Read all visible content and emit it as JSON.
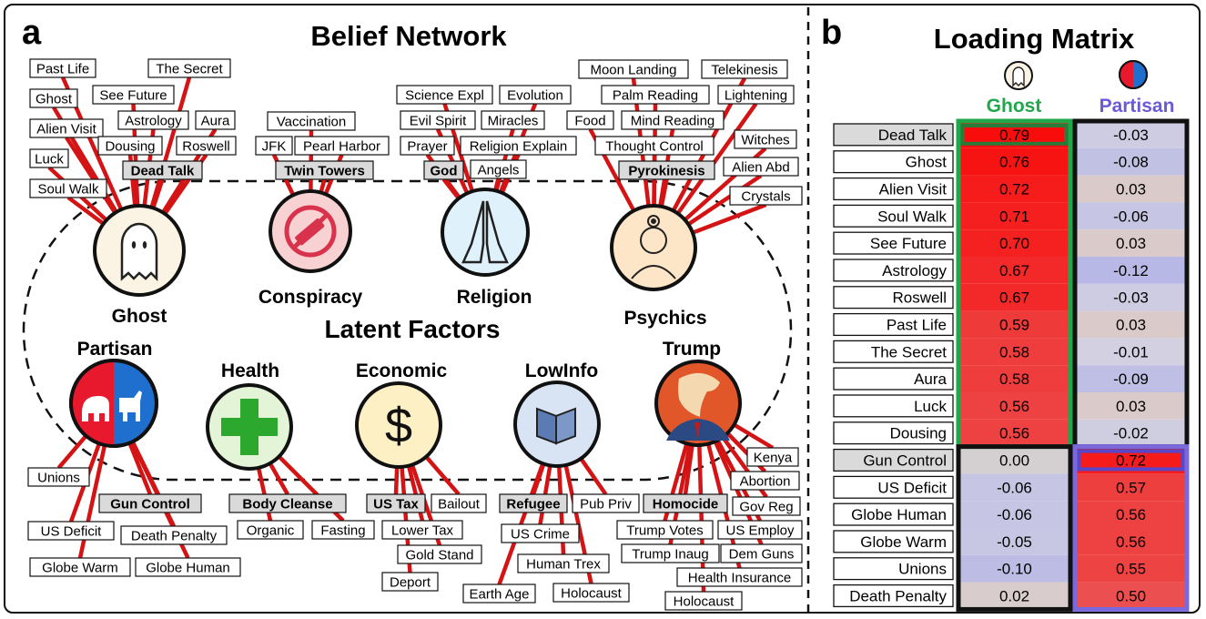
{
  "panel_a": {
    "letter": "a",
    "title": "Belief Network",
    "center_label": "Latent Factors",
    "factors": [
      {
        "id": "ghost",
        "label": "Ghost",
        "icon": "ghost-icon",
        "bg": "#fbf4e4"
      },
      {
        "id": "conspiracy",
        "label": "Conspiracy",
        "icon": "no-vaccine-icon",
        "bg": "#f8d2d2"
      },
      {
        "id": "religion",
        "label": "Religion",
        "icon": "praying-hands-icon",
        "bg": "#dff1fa"
      },
      {
        "id": "psychics",
        "label": "Psychics",
        "icon": "third-eye-icon",
        "bg": "#fde5c8"
      },
      {
        "id": "partisan",
        "label": "Partisan",
        "icon": "elephant-donkey-icon",
        "bg": "#e8192c"
      },
      {
        "id": "health",
        "label": "Health",
        "icon": "green-cross-icon",
        "bg": "#e4f4d6"
      },
      {
        "id": "economic",
        "label": "Economic",
        "icon": "dollar-icon",
        "bg": "#fdf0c4"
      },
      {
        "id": "lowinfo",
        "label": "LowInfo",
        "icon": "book-icon",
        "bg": "#d8e4f4"
      },
      {
        "id": "trump",
        "label": "Trump",
        "icon": "trump-icon",
        "bg": "#e2572a"
      }
    ],
    "items": [
      {
        "label": "Past Life",
        "hl": false
      },
      {
        "label": "The Secret",
        "hl": false
      },
      {
        "label": "Ghost",
        "hl": false
      },
      {
        "label": "See Future",
        "hl": false
      },
      {
        "label": "Alien Visit",
        "hl": false
      },
      {
        "label": "Astrology",
        "hl": false
      },
      {
        "label": "Aura",
        "hl": false
      },
      {
        "label": "Luck",
        "hl": false
      },
      {
        "label": "Dousing",
        "hl": false
      },
      {
        "label": "Roswell",
        "hl": false
      },
      {
        "label": "Dead Talk",
        "hl": true
      },
      {
        "label": "Soul Walk",
        "hl": false
      },
      {
        "label": "Vaccination",
        "hl": false
      },
      {
        "label": "JFK",
        "hl": false
      },
      {
        "label": "Pearl Harbor",
        "hl": false
      },
      {
        "label": "Twin Towers",
        "hl": true
      },
      {
        "label": "Science Expl",
        "hl": false
      },
      {
        "label": "Evolution",
        "hl": false
      },
      {
        "label": "Evil Spirit",
        "hl": false
      },
      {
        "label": "Miracles",
        "hl": false
      },
      {
        "label": "Prayer",
        "hl": false
      },
      {
        "label": "Religion Explain",
        "hl": false
      },
      {
        "label": "God",
        "hl": true
      },
      {
        "label": "Angels",
        "hl": false
      },
      {
        "label": "Moon Landing",
        "hl": false
      },
      {
        "label": "Telekinesis",
        "hl": false
      },
      {
        "label": "Palm Reading",
        "hl": false
      },
      {
        "label": "Lightening",
        "hl": false
      },
      {
        "label": "Food",
        "hl": false
      },
      {
        "label": "Mind Reading",
        "hl": false
      },
      {
        "label": "Thought Control",
        "hl": false
      },
      {
        "label": "Witches",
        "hl": false
      },
      {
        "label": "Pyrokinesis",
        "hl": true
      },
      {
        "label": "Alien Abd",
        "hl": false
      },
      {
        "label": "Crystals",
        "hl": false
      },
      {
        "label": "Unions",
        "hl": false
      },
      {
        "label": "Gun Control",
        "hl": true
      },
      {
        "label": "US Deficit",
        "hl": false
      },
      {
        "label": "Death Penalty",
        "hl": false
      },
      {
        "label": "Globe Warm",
        "hl": false
      },
      {
        "label": "Globe Human",
        "hl": false
      },
      {
        "label": "Body Cleanse",
        "hl": true
      },
      {
        "label": "Organic",
        "hl": false
      },
      {
        "label": "Fasting",
        "hl": false
      },
      {
        "label": "US Tax",
        "hl": true
      },
      {
        "label": "Bailout",
        "hl": false
      },
      {
        "label": "Lower Tax",
        "hl": false
      },
      {
        "label": "Gold Stand",
        "hl": false
      },
      {
        "label": "Deport",
        "hl": false
      },
      {
        "label": "Refugee",
        "hl": true
      },
      {
        "label": "Pub Priv",
        "hl": false
      },
      {
        "label": "US Crime",
        "hl": false
      },
      {
        "label": "Human Trex",
        "hl": false
      },
      {
        "label": "Earth Age",
        "hl": false
      },
      {
        "label": "Holocaust",
        "hl": false
      },
      {
        "label": "Homocide",
        "hl": true
      },
      {
        "label": "Kenya",
        "hl": false
      },
      {
        "label": "Abortion",
        "hl": false
      },
      {
        "label": "Gov Reg",
        "hl": false
      },
      {
        "label": "Trump Votes",
        "hl": false
      },
      {
        "label": "US Employ",
        "hl": false
      },
      {
        "label": "Trump Inaug",
        "hl": false
      },
      {
        "label": "Dem Guns",
        "hl": false
      },
      {
        "label": "Health Insurance",
        "hl": false
      },
      {
        "label": "Holocaust",
        "hl": false
      }
    ]
  },
  "panel_b": {
    "letter": "b",
    "title": "Loading Matrix",
    "columns": [
      {
        "label": "Ghost",
        "color": "#1fa84a",
        "icon": "ghost-icon"
      },
      {
        "label": "Partisan",
        "color": "#6a5ad8",
        "icon": "elephant-donkey-icon"
      }
    ],
    "rows": [
      {
        "label": "Dead Talk",
        "hl": true,
        "ghost": "0.79",
        "partisan": "-0.03"
      },
      {
        "label": "Ghost",
        "hl": false,
        "ghost": "0.76",
        "partisan": "-0.08"
      },
      {
        "label": "Alien Visit",
        "hl": false,
        "ghost": "0.72",
        "partisan": "0.03"
      },
      {
        "label": "Soul Walk",
        "hl": false,
        "ghost": "0.71",
        "partisan": "-0.06"
      },
      {
        "label": "See Future",
        "hl": false,
        "ghost": "0.70",
        "partisan": "0.03"
      },
      {
        "label": "Astrology",
        "hl": false,
        "ghost": "0.67",
        "partisan": "-0.12"
      },
      {
        "label": "Roswell",
        "hl": false,
        "ghost": "0.67",
        "partisan": "-0.03"
      },
      {
        "label": "Past Life",
        "hl": false,
        "ghost": "0.59",
        "partisan": "0.03"
      },
      {
        "label": "The Secret",
        "hl": false,
        "ghost": "0.58",
        "partisan": "-0.01"
      },
      {
        "label": "Aura",
        "hl": false,
        "ghost": "0.58",
        "partisan": "-0.09"
      },
      {
        "label": "Luck",
        "hl": false,
        "ghost": "0.56",
        "partisan": "0.03"
      },
      {
        "label": "Dousing",
        "hl": false,
        "ghost": "0.56",
        "partisan": "-0.02"
      },
      {
        "label": "Gun Control",
        "hl": true,
        "ghost": "0.00",
        "partisan": "0.72"
      },
      {
        "label": "US Deficit",
        "hl": false,
        "ghost": "-0.06",
        "partisan": "0.57"
      },
      {
        "label": "Globe Human",
        "hl": false,
        "ghost": "-0.06",
        "partisan": "0.56"
      },
      {
        "label": "Globe Warm",
        "hl": false,
        "ghost": "-0.05",
        "partisan": "0.56"
      },
      {
        "label": "Unions",
        "hl": false,
        "ghost": "-0.10",
        "partisan": "0.55"
      },
      {
        "label": "Death Penalty",
        "hl": false,
        "ghost": "0.02",
        "partisan": "0.50"
      }
    ]
  }
}
